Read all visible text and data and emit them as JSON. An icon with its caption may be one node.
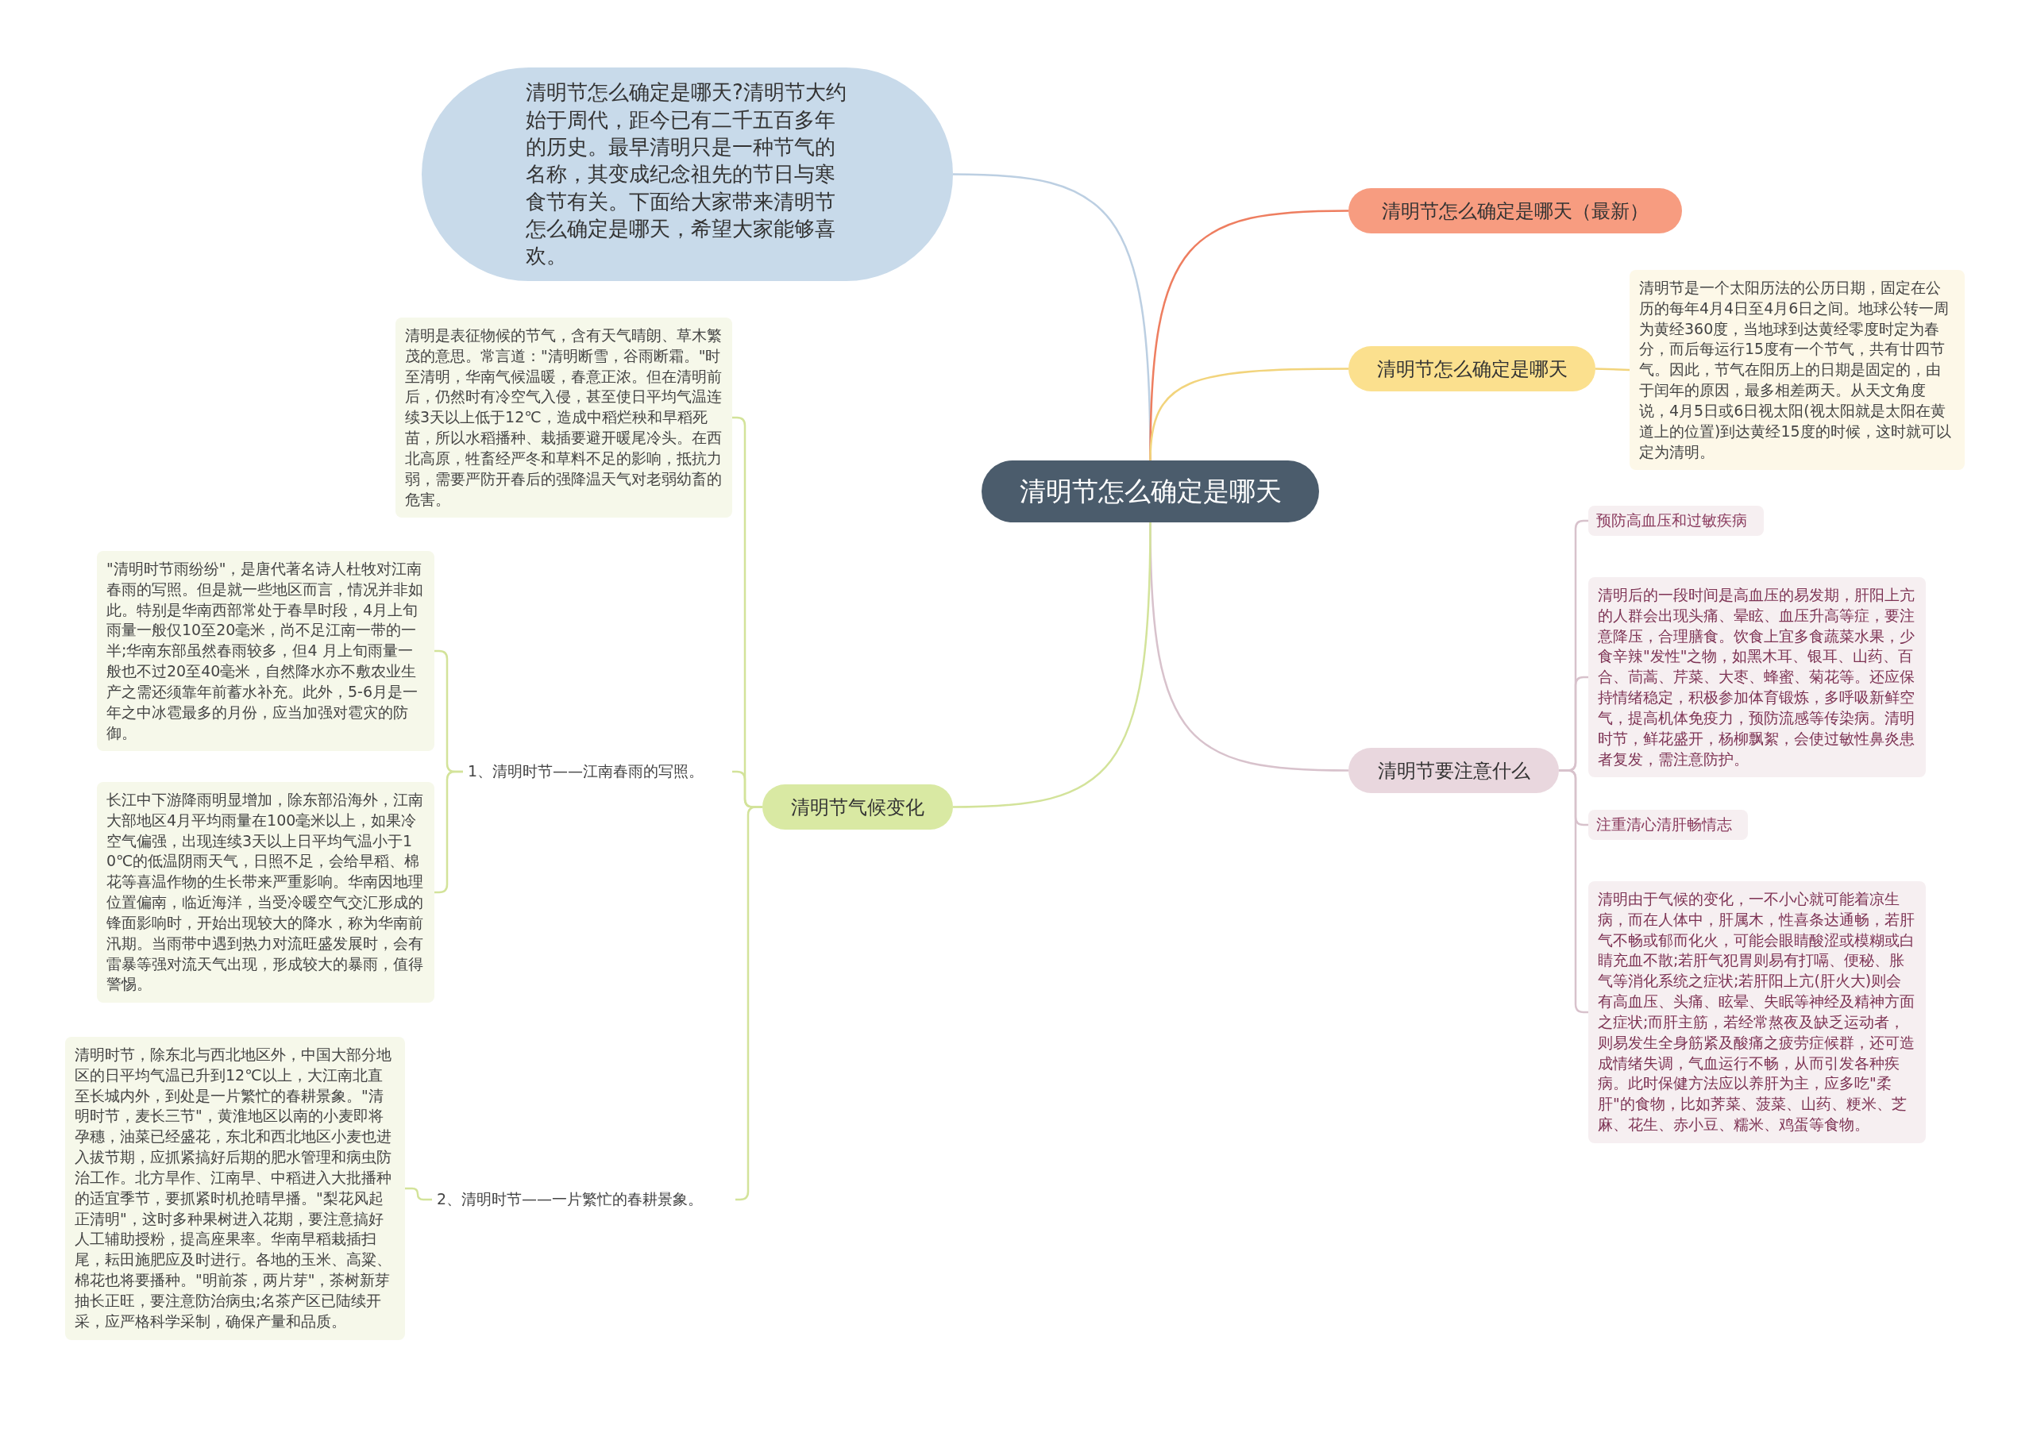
{
  "diagram": {
    "nodes": [
      {
        "text": [
          "清明节怎么确定是哪天"
        ]
      },
      {
        "text": [
          "清明节怎么确定是哪天?清明节大约始于周代，距今已有二千五百多年的历史。最早清明只是一种节气的名称，其变成纪念祖先的节日与寒食节有关。下面给大家带来清明节怎么确定是哪天，希望大家能够喜欢。"
        ]
      },
      {
        "text": [
          "清明节怎么确定是哪天（最新）"
        ]
      },
      {
        "text": [
          "清明节怎么确定是哪天"
        ]
      },
      {
        "text": [
          "清明节是一个太阳历法的公历日期，固定在公历的每年4月4日至4月6日之间。地球公转一周为黄经360度，当地球到达黄经零度时定为春分，而后每运行15度有一个节气，共有廿四节气。因此，节气在阳历上的日期是固定的，由于闰年的原因，最多相差两天。从天文角度说，4月5日或6日视太阳(视太阳就是太阳在黄道上的位置)到达黄经15度的时候，这时就可以定为清明。"
        ]
      },
      {
        "text": [
          "清明节要注意什么"
        ]
      },
      {
        "text": [
          "预防高血压和过敏疾病"
        ]
      },
      {
        "text": [
          "清明后的一段时间是高血压的易发期，肝阳上亢的人群会出现头痛、晕眩、血压升高等症，要注意降压，合理膳食。饮食上宜多食蔬菜水果，少食辛辣\"发性\"之物，如黑木耳、银耳、山药、百合、茼蒿、芹菜、大枣、蜂蜜、菊花等。还应保持情绪稳定，积极参加体育锻炼，多呼吸新鲜空气，提高机体免疫力，预防流感等传染病。清明时节，鲜花盛开，杨柳飘絮，会使过敏性鼻炎患者复发，需注意防护。"
        ]
      },
      {
        "text": [
          "注重清心清肝畅情志"
        ]
      },
      {
        "text": [
          "清明由于气候的变化，一不小心就可能着凉生病，而在人体中，肝属木，性喜条达通畅，若肝气不畅或郁而化火，可能会眼睛酸涩或模糊或白睛充血不散;若肝气犯胃则易有打嗝、便秘、胀气等消化系统之症状;若肝阳上亢(肝火大)则会有高血压、头痛、眩晕、失眠等神经及精神方面之症状;而肝主筋，若经常熬夜及缺乏运动者，则易发生全身筋紧及酸痛之疲劳症候群，还可造成情绪失调，气血运行不畅，从而引发各种疾病。此时保健方法应以养肝为主，应多吃\"柔肝\"的食物，比如荠菜、菠菜、山药、粳米、芝麻、花生、赤小豆、糯米、鸡蛋等食物。"
        ]
      },
      {
        "text": [
          "清明节气候变化"
        ]
      },
      {
        "text": [
          "清明是表征物候的节气，含有天气晴朗、草木繁茂的意思。常言道：\"清明断雪，谷雨断霜。\"时至清明，华南气候温暖，春意正浓。但在清明前后，仍然时有冷空气入侵，甚至使日平均气温连续3天以上低于12℃，造成中稻烂秧和早稻死苗，所以水稻播种、栽插要避开暖尾冷头。在西北高原，牲畜经严冬和草料不足的影响，抵抗力弱，需要严防开春后的强降温天气对老弱幼畜的危害。"
        ]
      },
      {
        "text": [
          "1、清明时节——江南春雨的写照。"
        ]
      },
      {
        "text": [
          "\"清明时节雨纷纷\"，是唐代著名诗人杜牧对江南春雨的写照。但是就一些地区而言，情况并非如此。特别是华南西部常处于春旱时段，4月上旬雨量一般仅10至20毫米，尚不足江南一带的一半;华南东部虽然春雨较多，但4 月上旬雨量一般也不过20至40毫米，自然降水亦不敷农业生产之需还须靠年前蓄水补充。此外，5-6月是一年之中冰雹最多的月份，应当加强对雹灾的防御。"
        ]
      },
      {
        "text": [
          "长江中下游降雨明显增加，除东部沿海外，江南大部地区4月平均雨量在100毫米以上，如果冷空气偏强，出现连续3天以上日平均气温小于10℃的低温阴雨天气，日照不足，会给早稻、棉花等喜温作物的生长带来严重影响。华南因地理位置偏南，临近海洋，当受冷暖空气交汇形成的锋面影响时，开始出现较大的降水，称为华南前汛期。当雨带中遇到热力对流旺盛发展时，会有雷暴等强对流天气出现，形成较大的暴雨，值得警惕。"
        ]
      },
      {
        "text": [
          "2、清明时节——一片繁忙的春耕景象。"
        ]
      },
      {
        "text": [
          "清明时节，除东北与西北地区外，中国大部分地区的日平均气温已升到12℃以上，大江南北直至长城内外，到处是一片繁忙的春耕景象。\"清明时节，麦长三节\"，黄淮地区以南的小麦即将孕穗，油菜已经盛花，东北和西北地区小麦也进入拔节期，应抓紧搞好后期的肥水管理和病虫防治工作。北方旱作、江南早、中稻进入大批播种的适宜季节，要抓紧时机抢晴早播。\"梨花风起正清明\"，这时多种果树进入花期，要注意搞好人工辅助授粉，提高座果率。华南早稻栽插扫尾，耘田施肥应及时进行。各地的玉米、高粱、棉花也将要播种。\"明前茶，两片芽\"，茶树新芽抽长正旺，要注意防治病虫;名茶产区已陆续开采，应严格科学采制，确保产量和品质。"
        ]
      }
    ],
    "edges": [
      {
        "from": 0,
        "to": 1,
        "arrow": "none",
        "color": "#bccfe2"
      },
      {
        "from": 0,
        "to": 2,
        "arrow": "none",
        "color": "#ee7e60"
      },
      {
        "from": 0,
        "to": 3,
        "arrow": "none",
        "color": "#f2d47c"
      },
      {
        "from": 3,
        "to": 4,
        "arrow": "none",
        "color": "#f2d47c"
      },
      {
        "from": 0,
        "to": 5,
        "arrow": "none",
        "color": "#d8c2cc"
      },
      {
        "from": 5,
        "to": 6,
        "arrow": "none",
        "color": "#d8c2cc"
      },
      {
        "from": 5,
        "to": 7,
        "arrow": "none",
        "color": "#d8c2cc"
      },
      {
        "from": 5,
        "to": 8,
        "arrow": "none",
        "color": "#d8c2cc"
      },
      {
        "from": 5,
        "to": 9,
        "arrow": "none",
        "color": "#d8c2cc"
      },
      {
        "from": 0,
        "to": 10,
        "arrow": "none",
        "color": "#d3e39a"
      },
      {
        "from": 10,
        "to": 11,
        "arrow": "none",
        "color": "#d3e39a"
      },
      {
        "from": 10,
        "to": 12,
        "arrow": "none",
        "color": "#d3e39a"
      },
      {
        "from": 12,
        "to": 13,
        "arrow": "none",
        "color": "#d3e39a"
      },
      {
        "from": 12,
        "to": 14,
        "arrow": "none",
        "color": "#d3e39a"
      },
      {
        "from": 10,
        "to": 15,
        "arrow": "none",
        "color": "#d3e39a"
      },
      {
        "from": 15,
        "to": 16,
        "arrow": "none",
        "color": "#d3e39a"
      }
    ]
  }
}
